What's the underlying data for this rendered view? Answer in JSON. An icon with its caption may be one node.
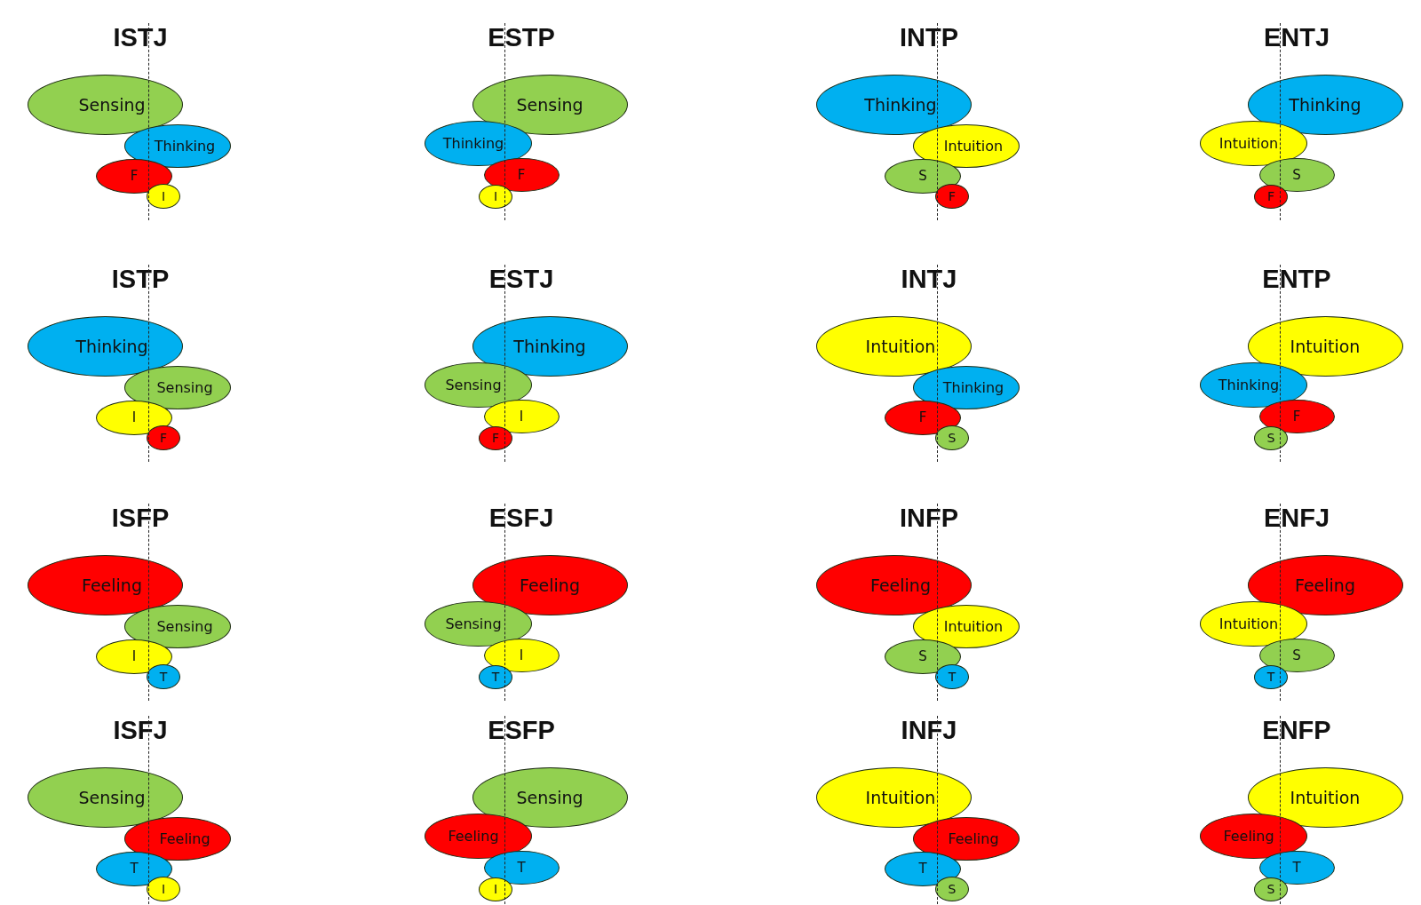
{
  "diagram": {
    "nodes": [
      {
        "text": [
          "Sensing"
        ]
      },
      {
        "text": [
          "Thinking"
        ]
      },
      {
        "text": [
          "F"
        ]
      },
      {
        "text": [
          "I"
        ]
      },
      {
        "text": [
          "Sensing"
        ]
      },
      {
        "text": [
          "Thinking"
        ]
      },
      {
        "text": [
          "F"
        ]
      },
      {
        "text": [
          "I"
        ]
      },
      {
        "text": [
          "Thinking"
        ]
      },
      {
        "text": [
          "Intuition"
        ]
      },
      {
        "text": [
          "S"
        ]
      },
      {
        "text": [
          "F"
        ]
      },
      {
        "text": [
          "Thinking"
        ]
      },
      {
        "text": [
          "Intuition"
        ]
      },
      {
        "text": [
          "S"
        ]
      },
      {
        "text": [
          "F"
        ]
      },
      {
        "text": [
          "Thinking"
        ]
      },
      {
        "text": [
          "Sensing"
        ]
      },
      {
        "text": [
          "I"
        ]
      },
      {
        "text": [
          "F"
        ]
      },
      {
        "text": [
          "Thinking"
        ]
      },
      {
        "text": [
          "Sensing"
        ]
      },
      {
        "text": [
          "I"
        ]
      },
      {
        "text": [
          "F"
        ]
      },
      {
        "text": [
          "Intuition"
        ]
      },
      {
        "text": [
          "Thinking"
        ]
      },
      {
        "text": [
          "F"
        ]
      },
      {
        "text": [
          "S"
        ]
      },
      {
        "text": [
          "Intuition"
        ]
      },
      {
        "text": [
          "Thinking"
        ]
      },
      {
        "text": [
          "F"
        ]
      },
      {
        "text": [
          "S"
        ]
      },
      {
        "text": [
          "Feeling"
        ]
      },
      {
        "text": [
          "Sensing"
        ]
      },
      {
        "text": [
          "I"
        ]
      },
      {
        "text": [
          "T"
        ]
      },
      {
        "text": [
          "Feeling"
        ]
      },
      {
        "text": [
          "Sensing"
        ]
      },
      {
        "text": [
          "I"
        ]
      },
      {
        "text": [
          "T"
        ]
      },
      {
        "text": [
          "Feeling"
        ]
      },
      {
        "text": [
          "Intuition"
        ]
      },
      {
        "text": [
          "S"
        ]
      },
      {
        "text": [
          "T"
        ]
      },
      {
        "text": [
          "Feeling"
        ]
      },
      {
        "text": [
          "Intuition"
        ]
      },
      {
        "text": [
          "S"
        ]
      },
      {
        "text": [
          "T"
        ]
      },
      {
        "text": [
          "Sensing"
        ]
      },
      {
        "text": [
          "Feeling"
        ]
      },
      {
        "text": [
          "T"
        ]
      },
      {
        "text": [
          "I"
        ]
      },
      {
        "text": [
          "Sensing"
        ]
      },
      {
        "text": [
          "Feeling"
        ]
      },
      {
        "text": [
          "T"
        ]
      },
      {
        "text": [
          "I"
        ]
      },
      {
        "text": [
          "Intuition"
        ]
      },
      {
        "text": [
          "Feeling"
        ]
      },
      {
        "text": [
          "T"
        ]
      },
      {
        "text": [
          "S"
        ]
      },
      {
        "text": [
          "Intuition"
        ]
      },
      {
        "text": [
          "Feeling"
        ]
      },
      {
        "text": [
          "T"
        ]
      },
      {
        "text": [
          "S"
        ]
      }
    ],
    "labels": [
      "ISTJ",
      "ESTP",
      "INTP",
      "ENTJ",
      "ISTP",
      "ESTJ",
      "INTJ",
      "ENTP",
      "ISFP",
      "ESFJ",
      "INFP",
      "ENFJ",
      "ISFJ",
      "ESFP",
      "INFJ",
      "ENFP"
    ]
  }
}
